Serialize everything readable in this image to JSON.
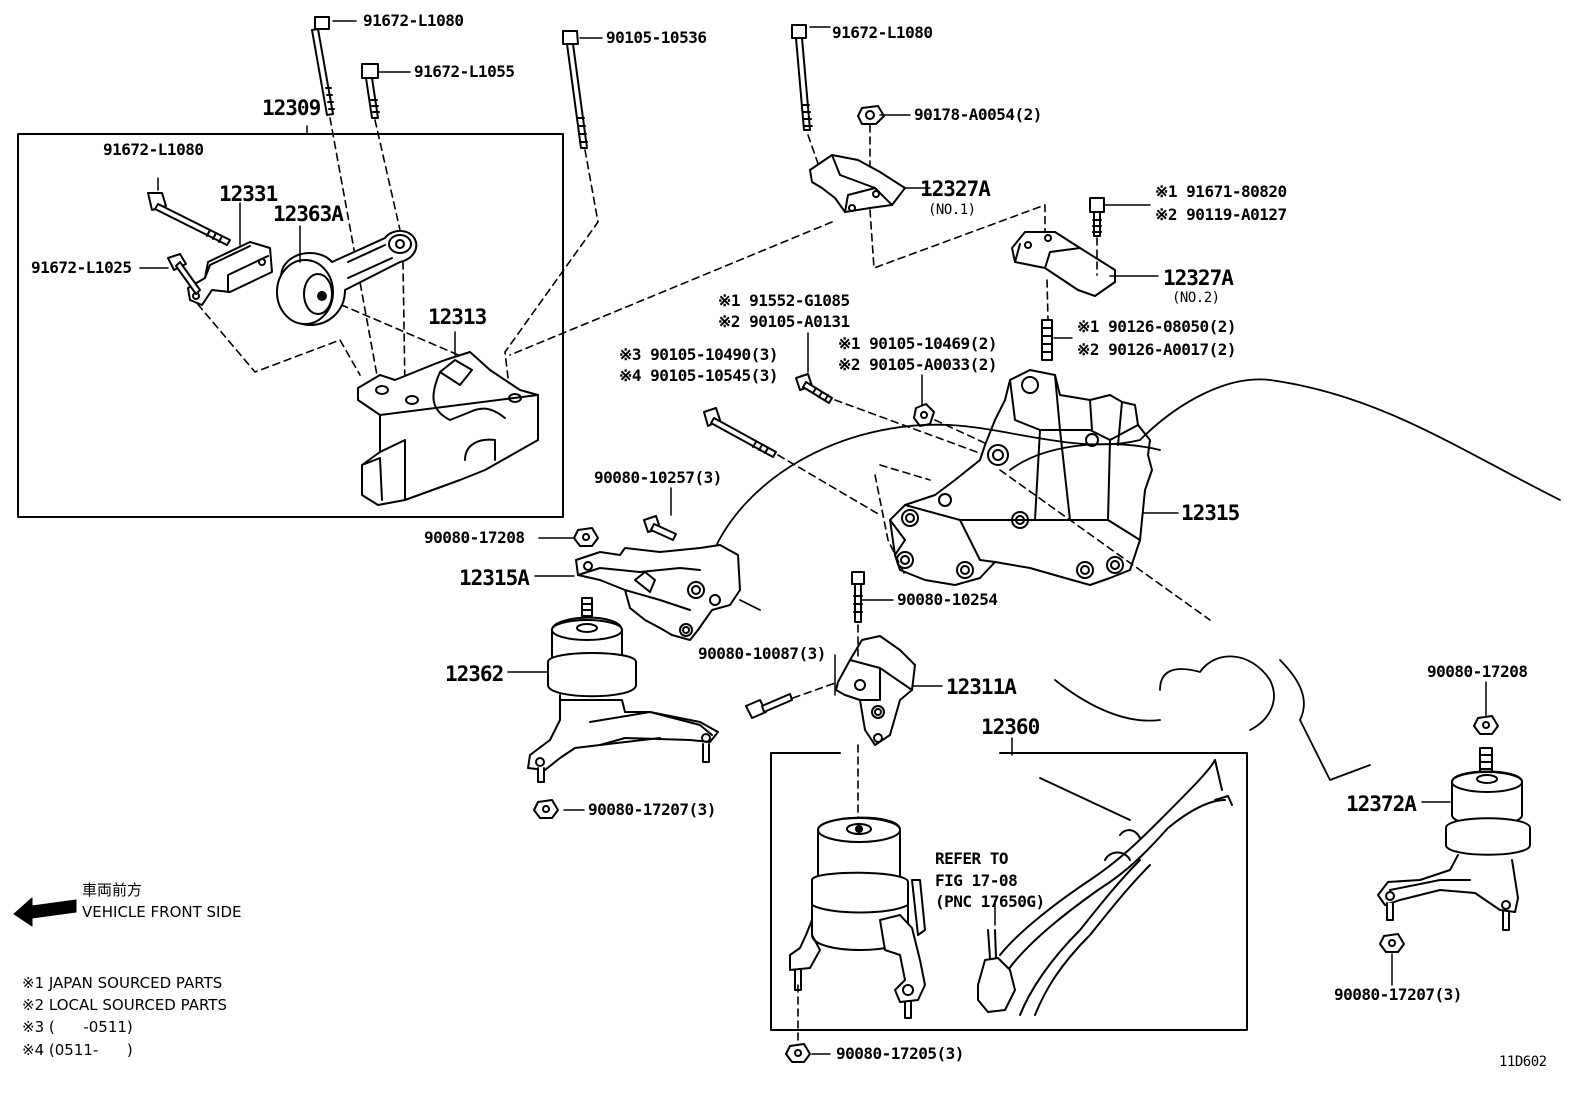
{
  "labels": {
    "p91672_L1080_a": "91672-L1080",
    "p90105_10536": "90105-10536",
    "p91672_L1080_b": "91672-L1080",
    "p91672_L1055": "91672-L1055",
    "p90178": "90178-A0054(2)",
    "p12309": "12309",
    "p91672_L1080_c": "91672-L1080",
    "p12331": "12331",
    "p12363A": "12363A",
    "p91672_L1025": "91672-L1025",
    "p12313": "12313",
    "p12327A_1": "12327A",
    "no1": "(NO.1)",
    "s1_91671": "※1 91671-80820",
    "s2_90119": "※2 90119-A0127",
    "p12327A_2": "12327A",
    "no2": "(NO.2)",
    "s1_91552": "※1 91552-G1085",
    "s2_90105_A0131": "※2 90105-A0131",
    "s1_90126": "※1 90126-08050(2)",
    "s2_90126": "※2 90126-A0017(2)",
    "s3_90105_10490": "※3 90105-10490(3)",
    "s4_90105_10545": "※4 90105-10545(3)",
    "s1_90105_10469": "※1 90105-10469(2)",
    "s2_90105_A0033": "※2 90105-A0033(2)",
    "p90080_10257": "90080-10257(3)",
    "p12315": "12315",
    "p90080_17208_a": "90080-17208",
    "p12315A": "12315A",
    "p90080_10254": "90080-10254",
    "p12362": "12362",
    "p90080_10087": "90080-10087(3)",
    "p12311A": "12311A",
    "p12360": "12360",
    "p90080_17208_b": "90080-17208",
    "p12372A": "12372A",
    "p90080_17207_a": "90080-17207(3)",
    "refer_1": "REFER TO",
    "refer_2": "FIG 17-08",
    "refer_3": "(PNC 17650G)",
    "p90080_17207_b": "90080-17207(3)",
    "p90080_17205": "90080-17205(3)",
    "fig_code": "11D602"
  },
  "legend": {
    "direction_jp": "車両前方",
    "direction_en": "VEHICLE FRONT SIDE",
    "note1": "※1 JAPAN SOURCED PARTS",
    "note2": "※2 LOCAL SOURCED PARTS",
    "note3": "※3 (      -0511)",
    "note4": "※4 (0511-      )"
  }
}
